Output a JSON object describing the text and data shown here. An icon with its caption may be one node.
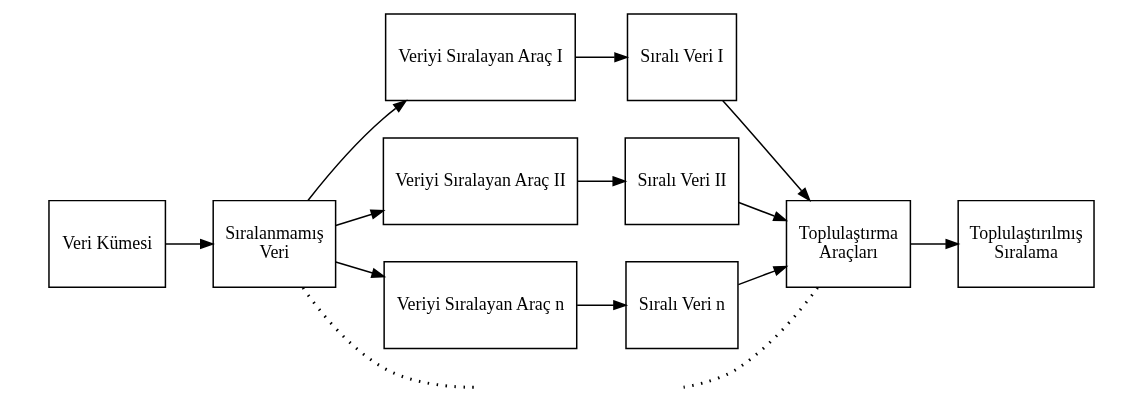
{
  "diagram": {
    "nodes": [
      {
        "text": [
          "Veri Kümesi"
        ]
      },
      {
        "text": [
          "Sıralanmamış Veri"
        ]
      },
      {
        "text": [
          "Veriyi Sıralayan Araç I"
        ]
      },
      {
        "text": [
          "Sıralı Veri I"
        ]
      },
      {
        "text": [
          "Veriyi Sıralayan Araç II"
        ]
      },
      {
        "text": [
          "Sıralı Veri II"
        ]
      },
      {
        "text": [
          "Veriyi Sıralayan Araç n"
        ]
      },
      {
        "text": [
          "Sıralı Veri n"
        ]
      },
      {
        "text": [
          "Toplulaştırma Araçları"
        ]
      },
      {
        "text": [
          "Toplulaştırılmış Sıralama"
        ]
      }
    ],
    "edges": [
      {
        "from": 0,
        "to": 1,
        "arrow": "to"
      },
      {
        "from": 1,
        "to": 2,
        "arrow": "to"
      },
      {
        "from": 1,
        "to": 4,
        "arrow": "to"
      },
      {
        "from": 1,
        "to": 6,
        "arrow": "to"
      },
      {
        "from": 2,
        "to": 3,
        "arrow": "to"
      },
      {
        "from": 4,
        "to": 5,
        "arrow": "to"
      },
      {
        "from": 6,
        "to": 7,
        "arrow": "to"
      },
      {
        "from": 3,
        "to": 8,
        "arrow": "to"
      },
      {
        "from": 5,
        "to": 8,
        "arrow": "to"
      },
      {
        "from": 7,
        "to": 8,
        "arrow": "to"
      },
      {
        "from": 8,
        "to": 9,
        "arrow": "to"
      },
      {
        "from": 1,
        "to": null,
        "arrow": "none",
        "style": "dashed"
      },
      {
        "from": null,
        "to": 8,
        "arrow": "none",
        "style": "dashed"
      }
    ]
  }
}
